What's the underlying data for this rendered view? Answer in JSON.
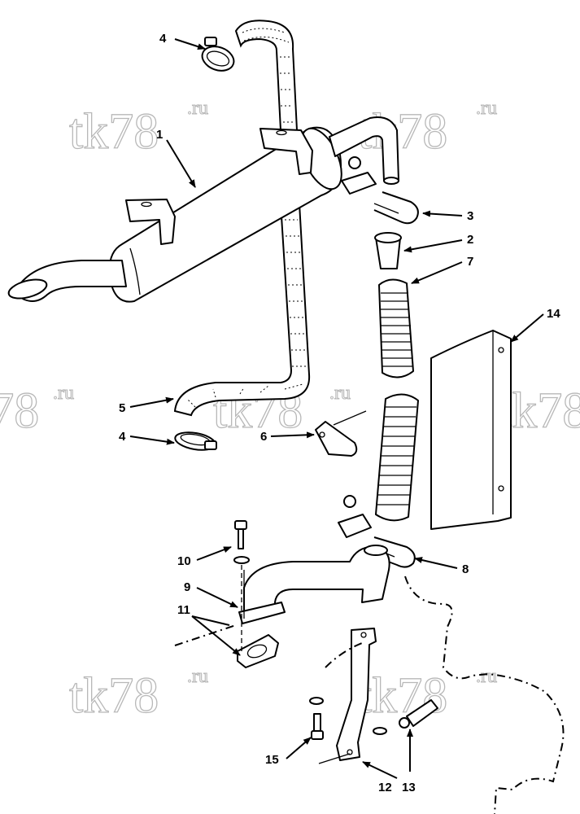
{
  "watermark": {
    "brand": "tk78",
    "suffix": ".ru"
  },
  "callouts": [
    {
      "id": "c-4-top",
      "label": "4"
    },
    {
      "id": "c-1",
      "label": "1"
    },
    {
      "id": "c-3",
      "label": "3"
    },
    {
      "id": "c-2",
      "label": "2"
    },
    {
      "id": "c-7",
      "label": "7"
    },
    {
      "id": "c-14",
      "label": "14"
    },
    {
      "id": "c-5",
      "label": "5"
    },
    {
      "id": "c-4-bottom",
      "label": "4"
    },
    {
      "id": "c-6",
      "label": "6"
    },
    {
      "id": "c-10",
      "label": "10"
    },
    {
      "id": "c-9",
      "label": "9"
    },
    {
      "id": "c-11",
      "label": "11"
    },
    {
      "id": "c-8",
      "label": "8"
    },
    {
      "id": "c-15",
      "label": "15"
    },
    {
      "id": "c-12",
      "label": "12"
    },
    {
      "id": "c-13",
      "label": "13"
    }
  ]
}
